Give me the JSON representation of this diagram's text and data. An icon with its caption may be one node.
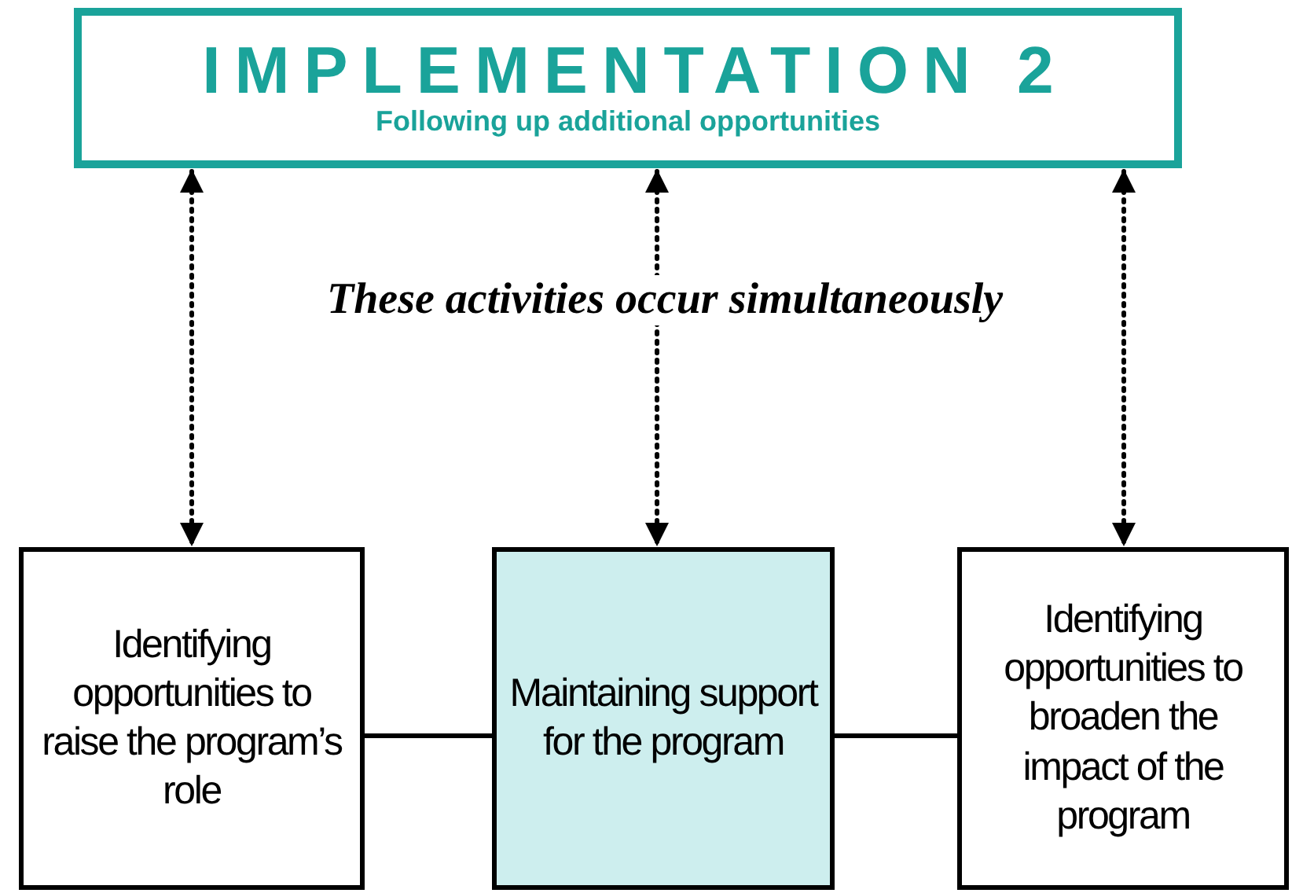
{
  "diagram": {
    "nodes": [
      {
        "text": [
          "IMPLEMENTATION 2",
          "Following up additional opportunities"
        ]
      },
      {
        "text": [
          "Identifying opportunities to raise the program’s role"
        ]
      },
      {
        "text": [
          "Maintaining support for the program"
        ]
      },
      {
        "text": [
          "Identifying opportunities to broaden the impact of the program"
        ]
      }
    ],
    "edges": [
      {
        "from": 0,
        "to": 1,
        "arrow": "both",
        "style": "dashed"
      },
      {
        "from": 0,
        "to": 2,
        "arrow": "both",
        "style": "dashed"
      },
      {
        "from": 0,
        "to": 3,
        "arrow": "both",
        "style": "dashed"
      },
      {
        "from": 1,
        "to": 2,
        "arrow": "none"
      },
      {
        "from": 2,
        "to": 3,
        "arrow": "none"
      }
    ],
    "labels": [
      "These activities occur simultaneously"
    ]
  }
}
